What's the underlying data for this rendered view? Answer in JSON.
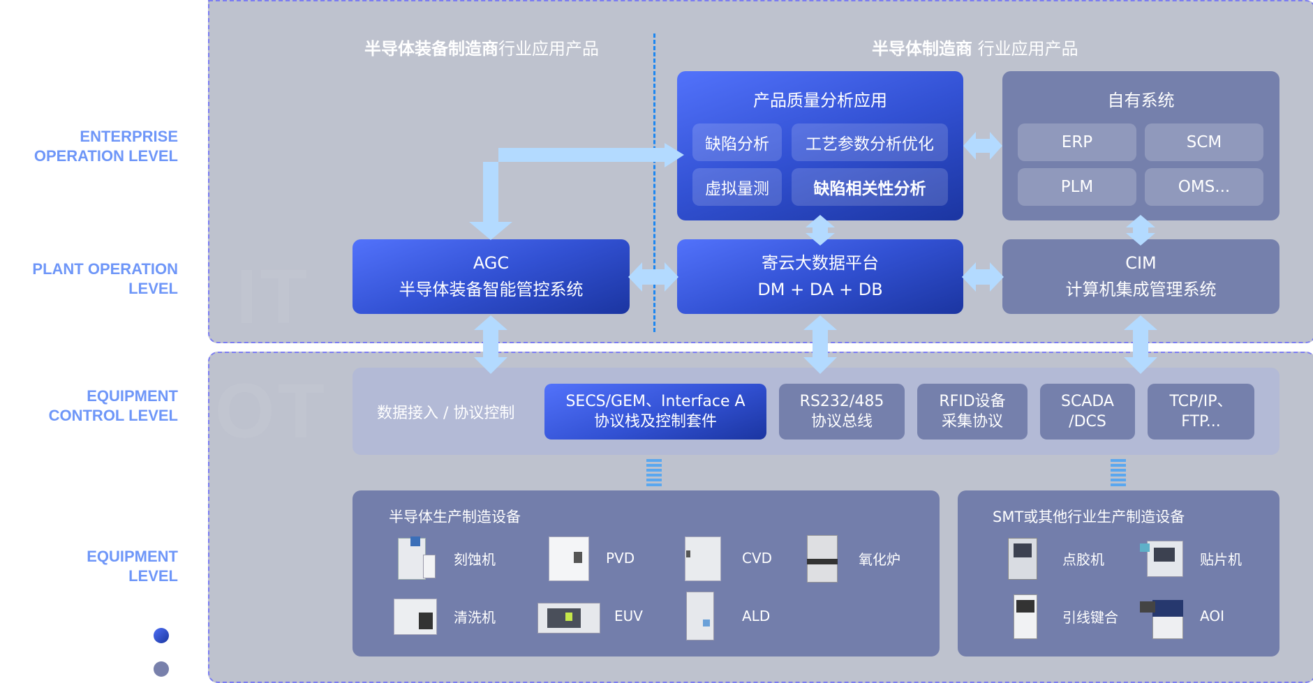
{
  "levels": [
    {
      "line1": "ENTERPRISE",
      "line2": "OPERATION LEVEL"
    },
    {
      "line1": "PLANT OPERATION",
      "line2": "LEVEL"
    },
    {
      "line1": "EQUIPMENT",
      "line2": "CONTROL LEVEL"
    },
    {
      "line1": "EQUIPMENT",
      "line2": "LEVEL"
    }
  ],
  "legend": [
    {
      "color": "#3a58dc",
      "meaning": "blue"
    },
    {
      "color": "#7880ab",
      "meaning": "gray"
    }
  ],
  "zones": {
    "it_watermark": "IT",
    "ot_watermark": "OT"
  },
  "headers": {
    "left_bold": "半导体装备制造商",
    "left_normal": "行业应用产品",
    "right_bold": "半导体制造商",
    "right_normal": " 行业应用产品"
  },
  "quality_app": {
    "title": "产品质量分析应用",
    "items": [
      "缺陷分析",
      "工艺参数分析优化",
      "虚拟量测",
      "缺陷相关性分析"
    ]
  },
  "own_systems": {
    "title": "自有系统",
    "items": [
      "ERP",
      "SCM",
      "PLM",
      "OMS..."
    ]
  },
  "agc": {
    "line1": "AGC",
    "line2": "半导体装备智能管控系统"
  },
  "platform": {
    "line1": "寄云大数据平台",
    "line2": "DM + DA + DB"
  },
  "cim": {
    "line1": "CIM",
    "line2": "计算机集成管理系统"
  },
  "protocols": {
    "label": "数据接入 / 协议控制",
    "items": [
      {
        "line1": "SECS/GEM、Interface A",
        "line2": "协议栈及控制套件",
        "style": "blue"
      },
      {
        "line1": "RS232/485",
        "line2": "协议总线",
        "style": "gray"
      },
      {
        "line1": "RFID设备",
        "line2": "采集协议",
        "style": "gray"
      },
      {
        "line1": "SCADA",
        "line2": "/DCS",
        "style": "gray"
      },
      {
        "line1": "TCP/IP、",
        "line2": "FTP...",
        "style": "gray"
      }
    ]
  },
  "semi_equipment": {
    "title": "半导体生产制造设备",
    "items": [
      "刻蚀机",
      "PVD",
      "CVD",
      "氧化炉",
      "清洗机",
      "EUV",
      "ALD"
    ]
  },
  "smt_equipment": {
    "title": "SMT或其他行业生产制造设备",
    "items": [
      "点胶机",
      "贴片机",
      "引线键合",
      "AOI"
    ]
  },
  "colors": {
    "accent_blue": "#3a58dc",
    "gray_box": "#7580ac",
    "level_label": "#6e96f8",
    "arrow": "#b3daff",
    "divider": "#1c86f0",
    "zone_border": "#7b7cf2"
  }
}
